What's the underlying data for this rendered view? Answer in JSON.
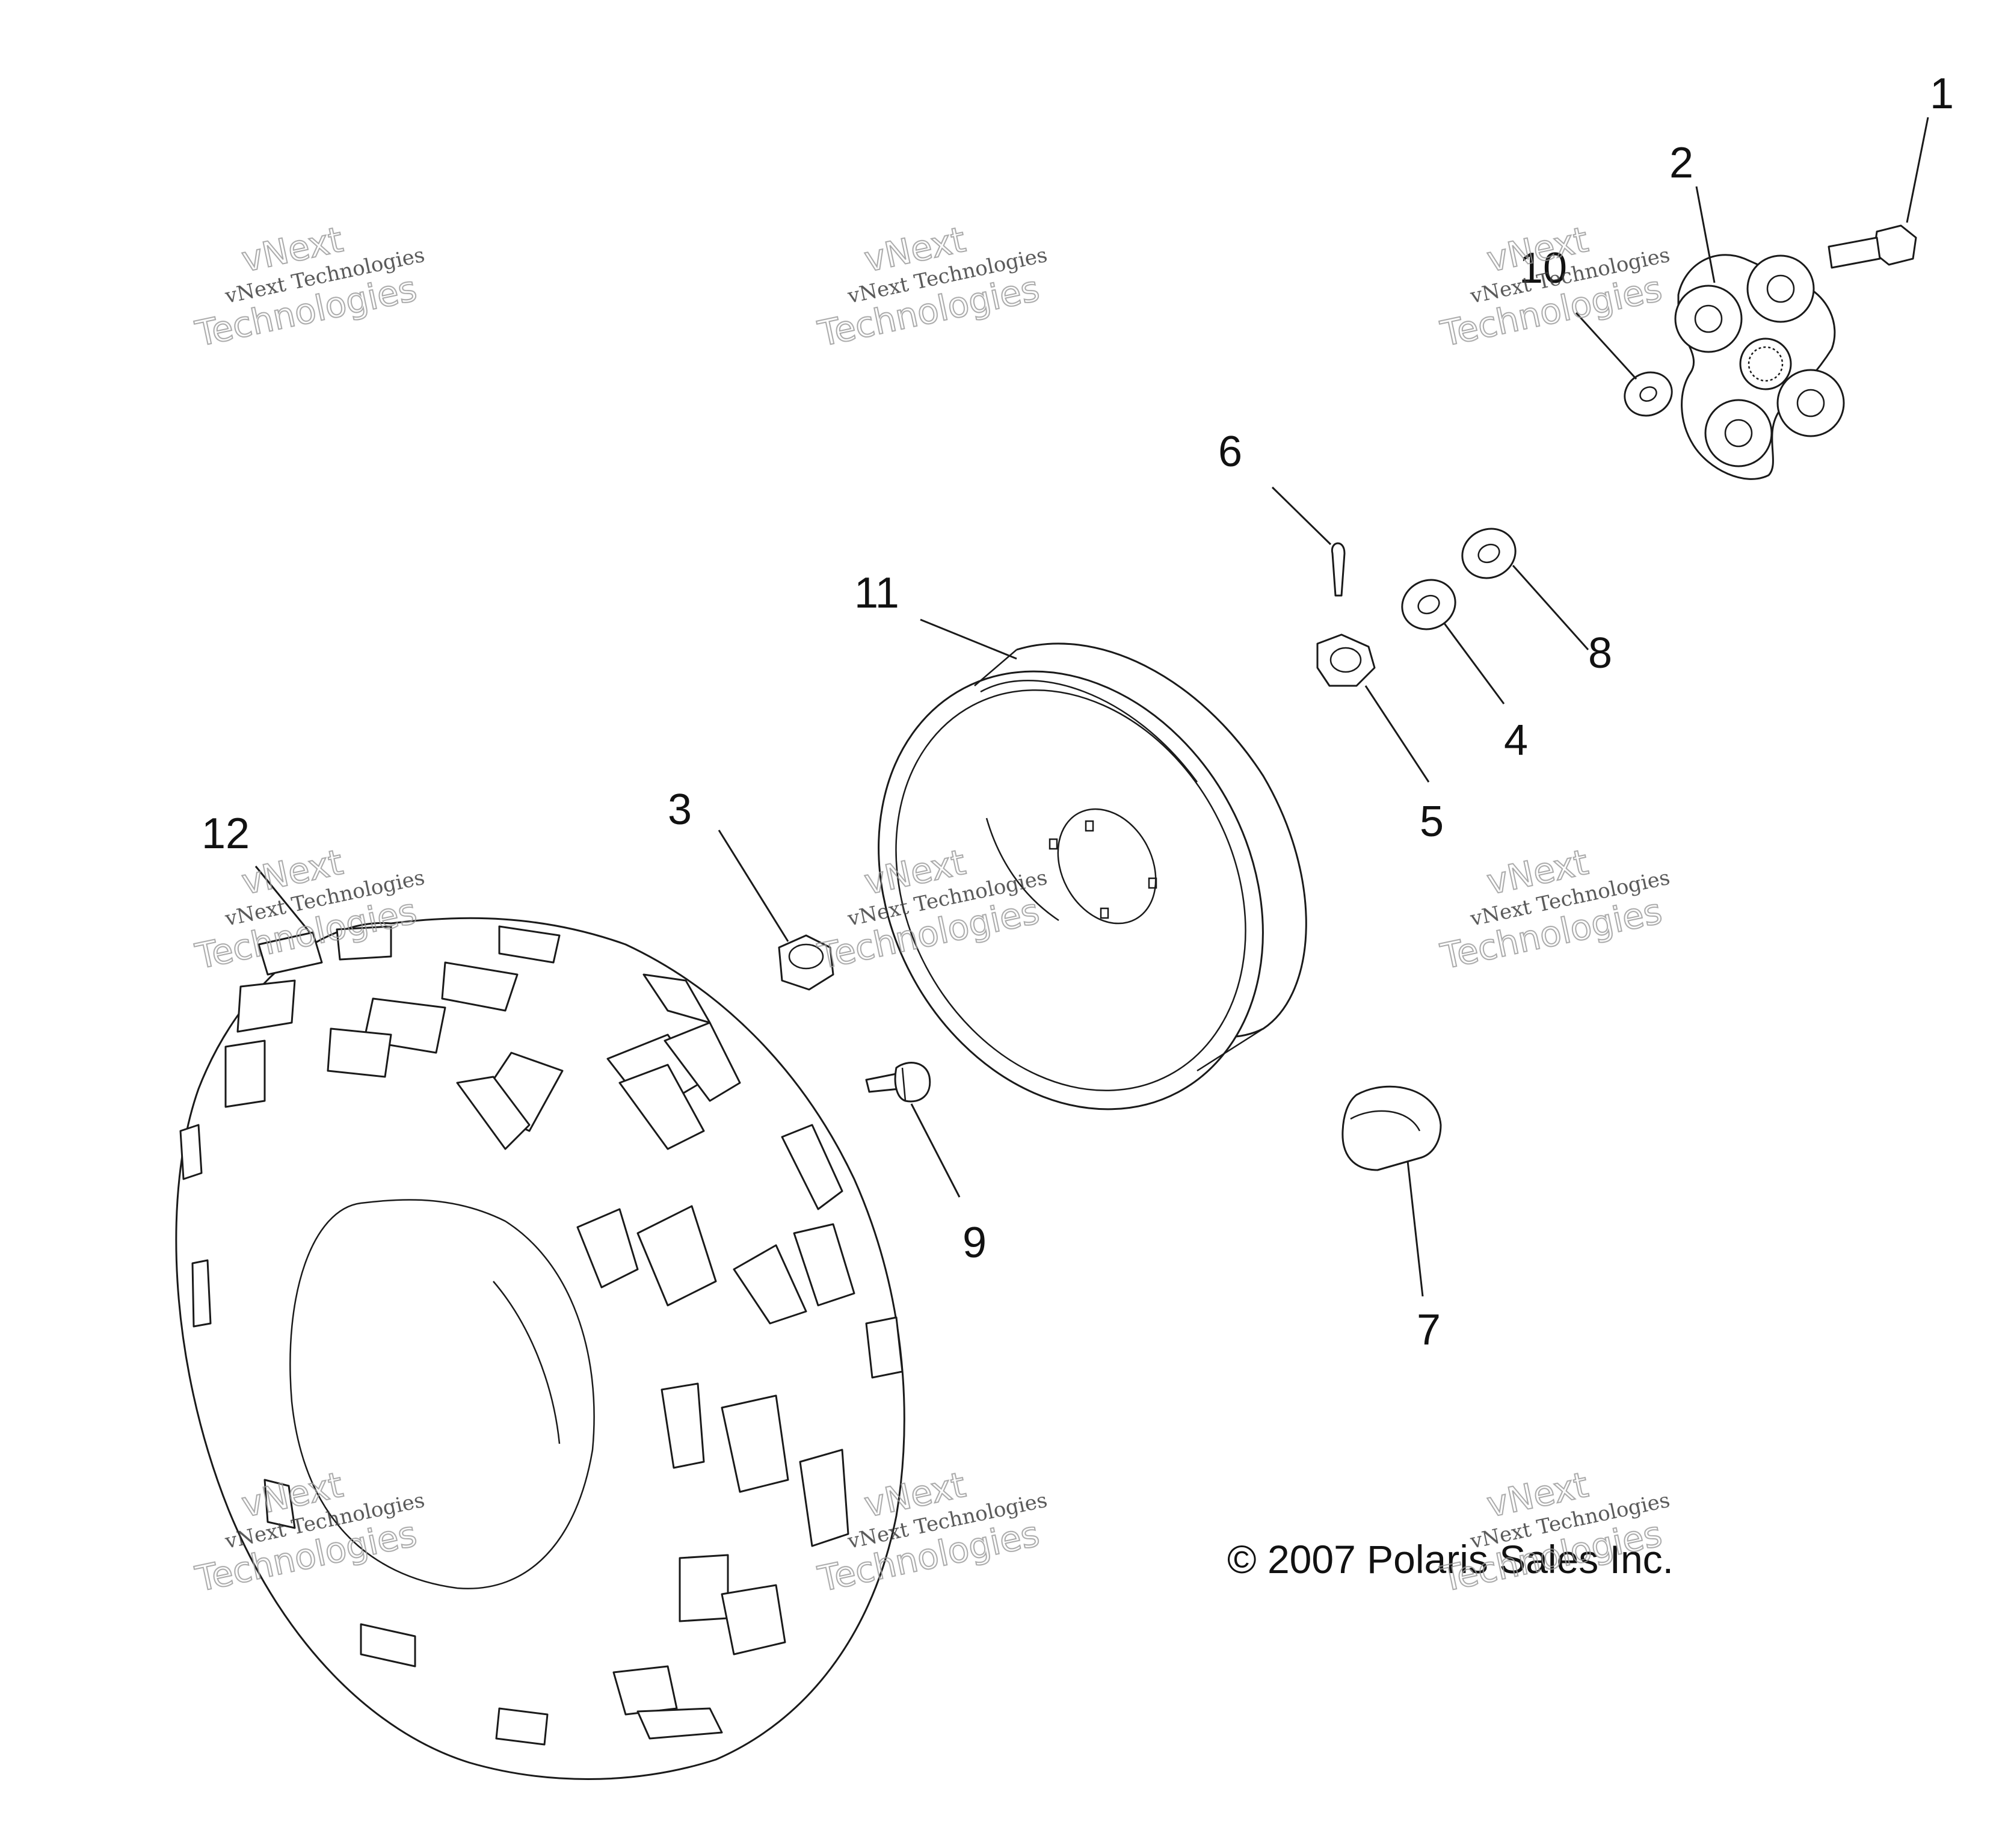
{
  "diagram": {
    "callouts": [
      "1",
      "2",
      "3",
      "4",
      "5",
      "6",
      "7",
      "8",
      "9",
      "10",
      "11",
      "12"
    ],
    "copyright": "© 2007 Polaris Sales Inc.",
    "watermark": {
      "line1": "vNext Technologies",
      "line2": "vNext",
      "line3": "Technologies"
    }
  }
}
